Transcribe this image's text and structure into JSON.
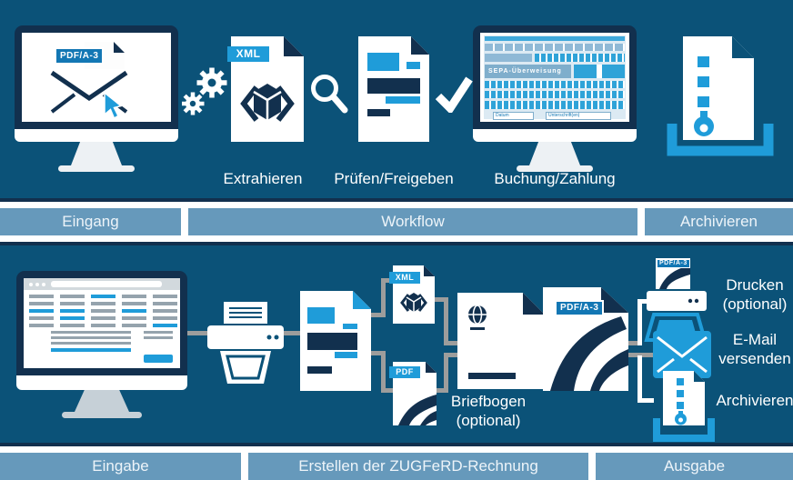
{
  "colors": {
    "background": "#0B5278",
    "panel_navy": "#12304E",
    "accent_blue": "#1F9CD9",
    "badge_blue": "#1377B4",
    "band_blue": "#6699BB",
    "connector_gray": "#9D9D9C",
    "white": "#FFFFFF"
  },
  "top_row": {
    "monitor_badge": "PDF/A-3",
    "xml_doc_badge": "XML",
    "labels": {
      "extract": "Extrahieren",
      "review": "Prüfen/Freigeben",
      "booking": "Buchung/Zahlung"
    },
    "sepa_form": {
      "title": "SEPA-Überweisung",
      "date_label": "Datum",
      "signature_label": "Unterschrift(en)"
    }
  },
  "top_band": {
    "items": [
      {
        "label": "Eingang"
      },
      {
        "label": "Workflow"
      },
      {
        "label": "Archivieren"
      }
    ]
  },
  "bottom_row": {
    "xml_doc_badge": "XML",
    "pdf_doc_badge": "PDF",
    "zugferd_doc_badge": "PDF/A-3",
    "printer_doc_badge": "PDF/A-3",
    "briefbogen_label": {
      "line1": "Briefbogen",
      "line2": "(optional)"
    },
    "outputs": {
      "print": {
        "line1": "Drucken",
        "line2": "(optional)"
      },
      "email": {
        "line1": "E-Mail",
        "line2": "versenden"
      },
      "archive": {
        "line1": "Archivieren"
      }
    }
  },
  "bottom_band": {
    "items": [
      {
        "label": "Eingabe"
      },
      {
        "label": "Erstellen der ZUGFeRD-Rechnung"
      },
      {
        "label": "Ausgabe"
      }
    ]
  }
}
